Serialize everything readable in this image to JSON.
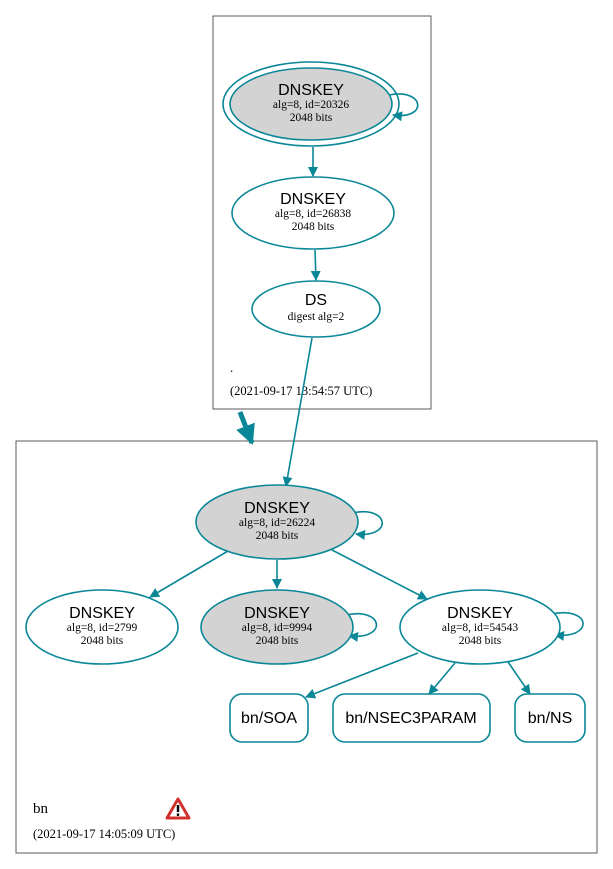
{
  "colors": {
    "edge": "#0a8797",
    "key_fill_sep": "#d3d3d3",
    "warning": "#d0312d"
  },
  "root_zone": {
    "name": ".",
    "timestamp": "(2021-09-17 13:54:57 UTC)",
    "nodes": [
      {
        "title": "DNSKEY",
        "line1": "alg=8, id=20326",
        "line2": "2048 bits"
      },
      {
        "title": "DNSKEY",
        "line1": "alg=8, id=26838",
        "line2": "2048 bits"
      },
      {
        "title": "DS",
        "line1": "digest alg=2",
        "line2": ""
      }
    ]
  },
  "bn_zone": {
    "name": "bn",
    "timestamp": "(2021-09-17 14:05:09 UTC)",
    "warning_icon": "warning-triangle-icon",
    "keys": [
      {
        "title": "DNSKEY",
        "line1": "alg=8, id=26224",
        "line2": "2048 bits"
      },
      {
        "title": "DNSKEY",
        "line1": "alg=8, id=2799",
        "line2": "2048 bits"
      },
      {
        "title": "DNSKEY",
        "line1": "alg=8, id=9994",
        "line2": "2048 bits"
      },
      {
        "title": "DNSKEY",
        "line1": "alg=8, id=54543",
        "line2": "2048 bits"
      }
    ],
    "records": [
      "bn/SOA",
      "bn/NSEC3PARAM",
      "bn/NS"
    ]
  }
}
